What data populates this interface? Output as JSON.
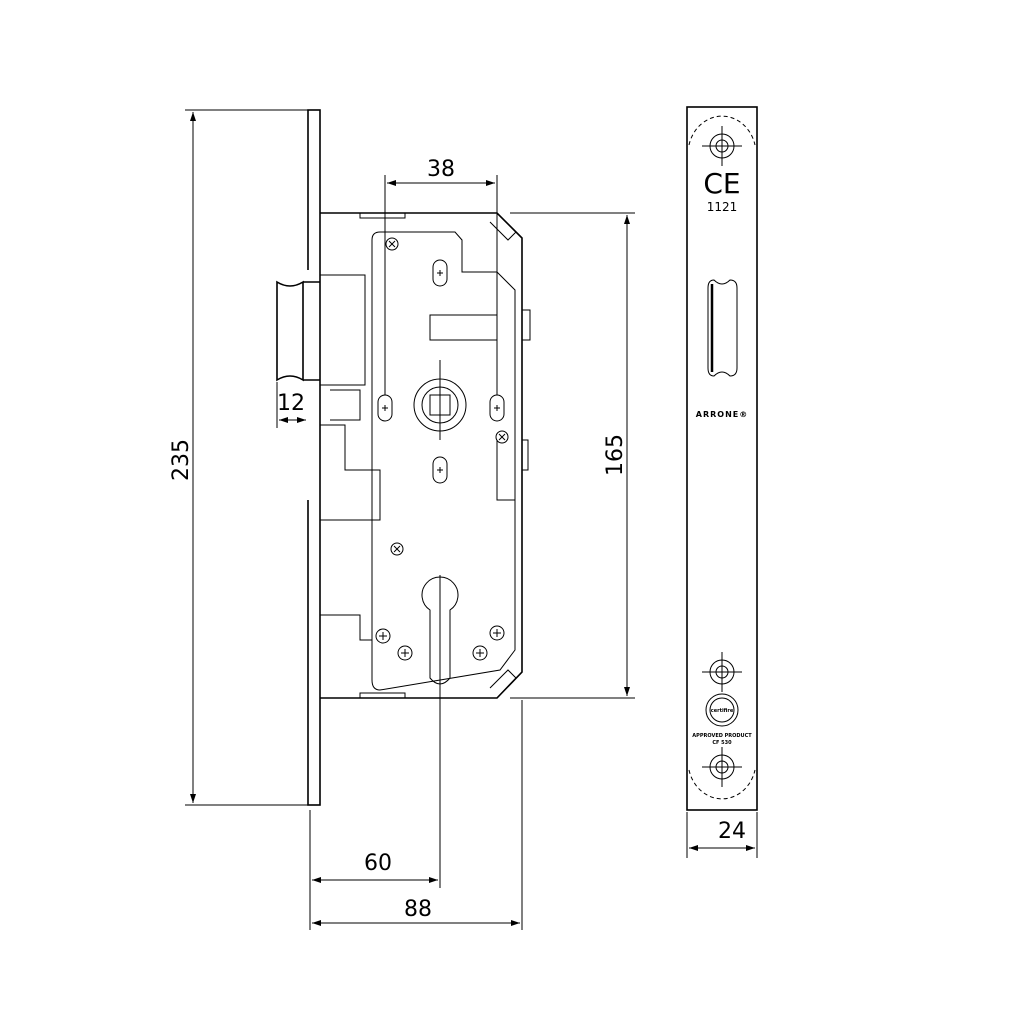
{
  "dimensions": {
    "faceplate_height": "235",
    "latch_projection": "12",
    "screw_spacing": "38",
    "body_height": "165",
    "backset": "60",
    "body_depth": "88",
    "faceplate_width": "24"
  },
  "faceplate_markings": {
    "ce_mark": "CE",
    "ce_number": "1121",
    "brand": "ARRONE®",
    "cert_logo": "certifire",
    "approved": "APPROVED PRODUCT",
    "cert_number": "CF 530"
  },
  "colors": {
    "line": "#000000",
    "background": "#ffffff"
  }
}
